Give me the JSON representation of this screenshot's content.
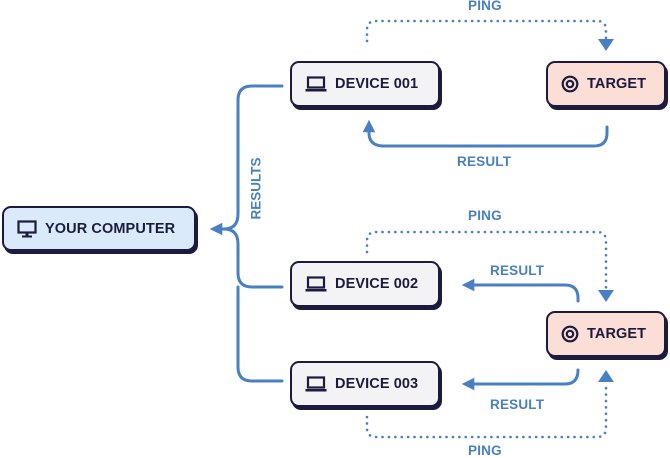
{
  "diagram": {
    "colors": {
      "arrow": "#4a80c2",
      "node_border": "#1c1b3d",
      "computer_fill": "#dbeafb",
      "device_fill": "#f3f3f6",
      "target_fill": "#fbdfd6"
    },
    "nodes": {
      "computer": {
        "label": "YOUR COMPUTER",
        "icon": "monitor-icon"
      },
      "device1": {
        "label": "DEVICE 001",
        "icon": "laptop-icon"
      },
      "device2": {
        "label": "DEVICE 002",
        "icon": "laptop-icon"
      },
      "device3": {
        "label": "DEVICE 003",
        "icon": "laptop-icon"
      },
      "target1": {
        "label": "TARGET",
        "icon": "target-icon"
      },
      "target2": {
        "label": "TARGET",
        "icon": "target-icon"
      }
    },
    "edges": {
      "ping1": "PING",
      "result1": "RESULT",
      "ping2": "PING",
      "result2": "RESULT",
      "result3": "RESULT",
      "ping3": "PING",
      "results": "RESULTS"
    }
  }
}
